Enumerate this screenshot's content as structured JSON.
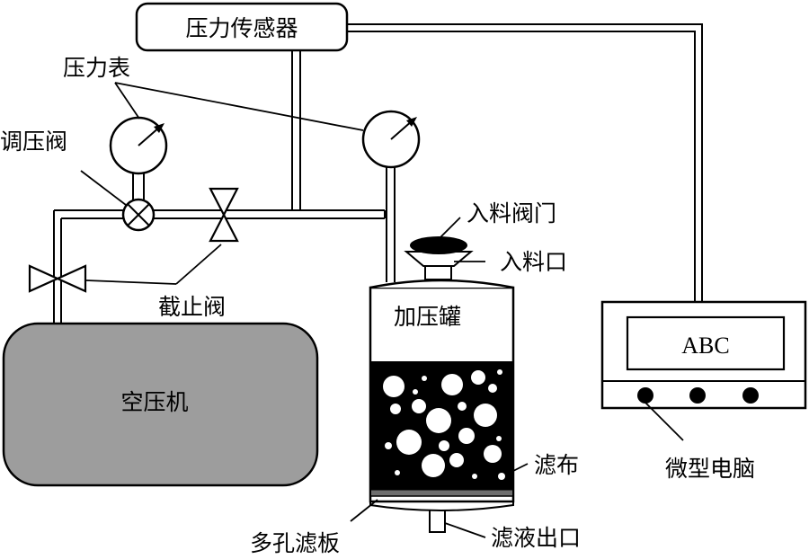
{
  "labels": {
    "pressure_sensor": "压力传感器",
    "pressure_gauge": "压力表",
    "regulator_valve": "调压阀",
    "stop_valve": "截止阀",
    "air_compressor": "空压机",
    "pressure_tank": "加压罐",
    "feed_valve": "入料阀门",
    "feed_inlet": "入料口",
    "filter_cloth": "滤布",
    "porous_plate": "多孔滤板",
    "filtrate_outlet": "滤液出口",
    "microcomputer": "微型电脑",
    "screen_text": "ABC"
  },
  "colors": {
    "line": "#000000",
    "compressor_fill": "#9d9d9d",
    "slurry": "#000000",
    "bubbles": "#ffffff",
    "plate": "#6e6e6e"
  }
}
